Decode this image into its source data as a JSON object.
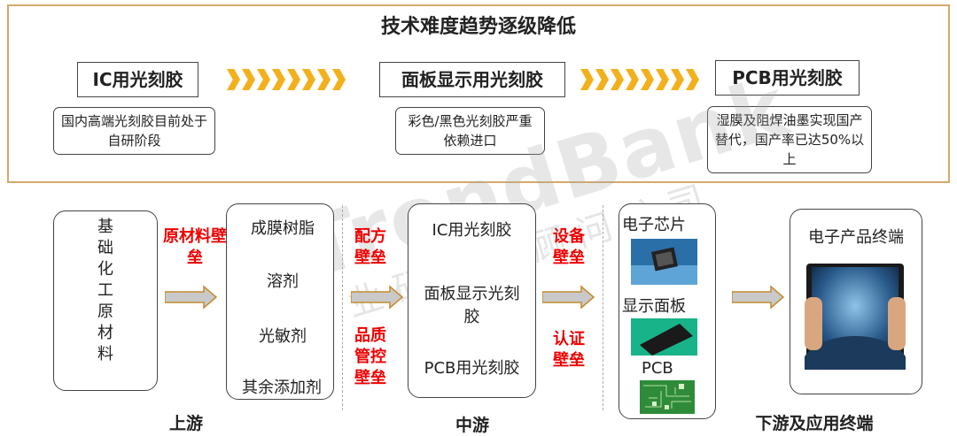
{
  "top": {
    "title": "技术难度趋势逐级降低",
    "stages": [
      {
        "label": "IC用光刻胶",
        "note": "国内高端光刻胶目前处于自研阶段"
      },
      {
        "label": "面板显示用光刻胶",
        "note": "彩色/黑色光刻胶严重依赖进口"
      },
      {
        "label": "PCB用光刻胶",
        "note": "湿膜及阻焊油墨实现国产替代，国产率已达50%以上"
      }
    ],
    "accent_color": "#f2b11c",
    "border_color": "#d4a96a"
  },
  "chain": {
    "raw_box": "基础化工原材料",
    "materials": [
      "成膜树脂",
      "溶剂",
      "光敏剂",
      "其余添加剂"
    ],
    "products": [
      "IC用光刻胶",
      "面板显示光刻胶",
      "PCB用光刻胶"
    ],
    "applications": {
      "chip": "电子芯片",
      "panel": "显示面板",
      "pcb": "PCB"
    },
    "terminal": "电子产品终端",
    "barriers": {
      "raw_material": "原材料壁垒",
      "formula": "配方壁垒",
      "quality": "品质管控壁垒",
      "equipment": "设备壁垒",
      "certification": "认证壁垒"
    },
    "barrier_color": "#e00000",
    "stage_labels": {
      "upstream": "上游",
      "midstream": "中游",
      "downstream": "下游及应用终端"
    }
  },
  "watermark": {
    "brand": "TrendBank",
    "sub": "产业研究与顾问公司"
  }
}
